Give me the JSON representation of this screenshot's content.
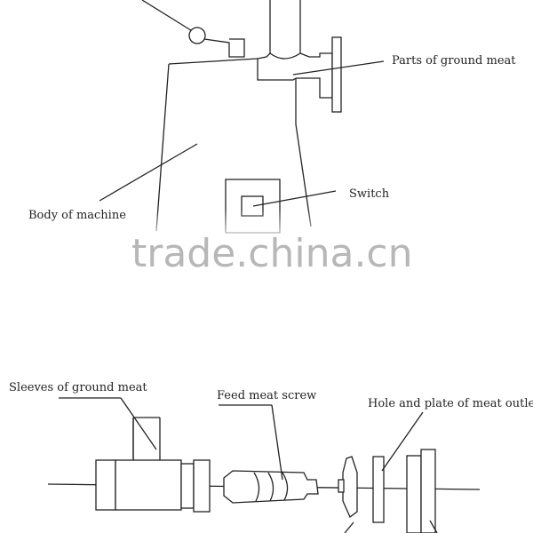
{
  "labels": {
    "parts_ground_meat": "Parts of ground meat",
    "switch": "Switch",
    "body_of_machine": "Body of machine",
    "sleeves_ground_meat": "Sleeves of ground meat",
    "feed_meat_screw": "Feed meat screw",
    "hole_plate_outlet": "Hole and plate of meat outlet"
  },
  "watermark": "trade.china.cn",
  "colors": {
    "line": "#222222",
    "watermark": "#9a9a9a"
  }
}
